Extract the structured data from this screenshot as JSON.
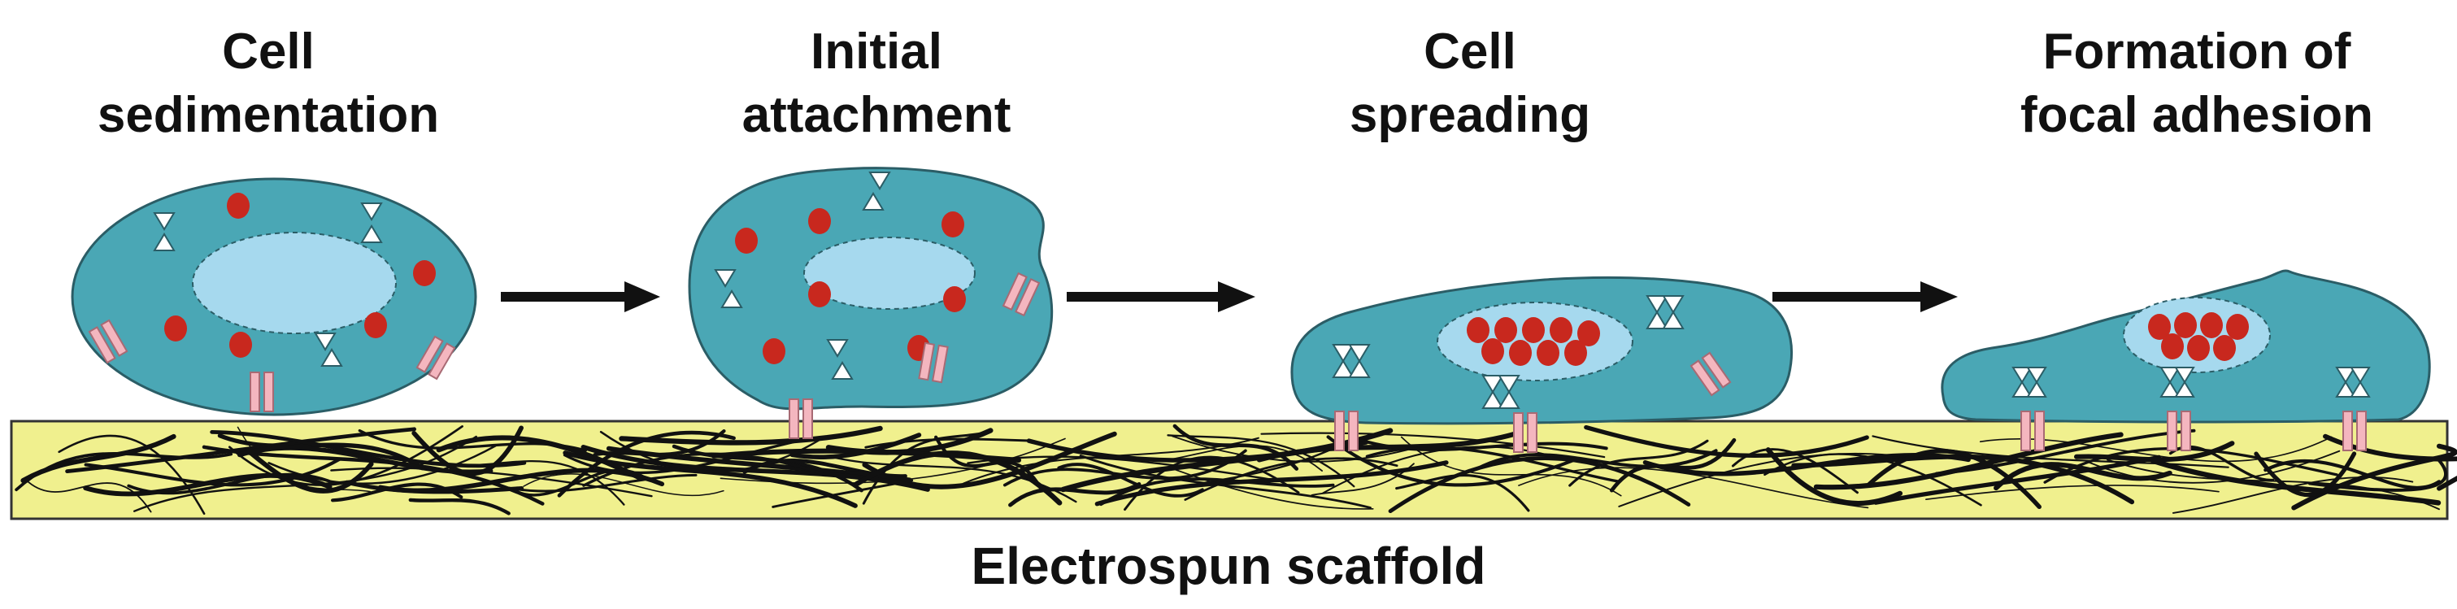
{
  "stages": [
    {
      "line1": "Cell",
      "line2": "sedimentation"
    },
    {
      "line1": "Initial",
      "line2": "attachment"
    },
    {
      "line1": "Cell",
      "line2": "spreading"
    },
    {
      "line1": "Formation of",
      "line2": "focal adhesion"
    }
  ],
  "scaffold_label": "Electrospun scaffold",
  "colors": {
    "cell": "#4aa7b5",
    "nucleus": "#a6d9ee",
    "granule": "#c8281e",
    "receptor": "#f4b6bf",
    "scaffold": "#f0f08e",
    "fiber": "#111111",
    "arrow": "#111111"
  }
}
